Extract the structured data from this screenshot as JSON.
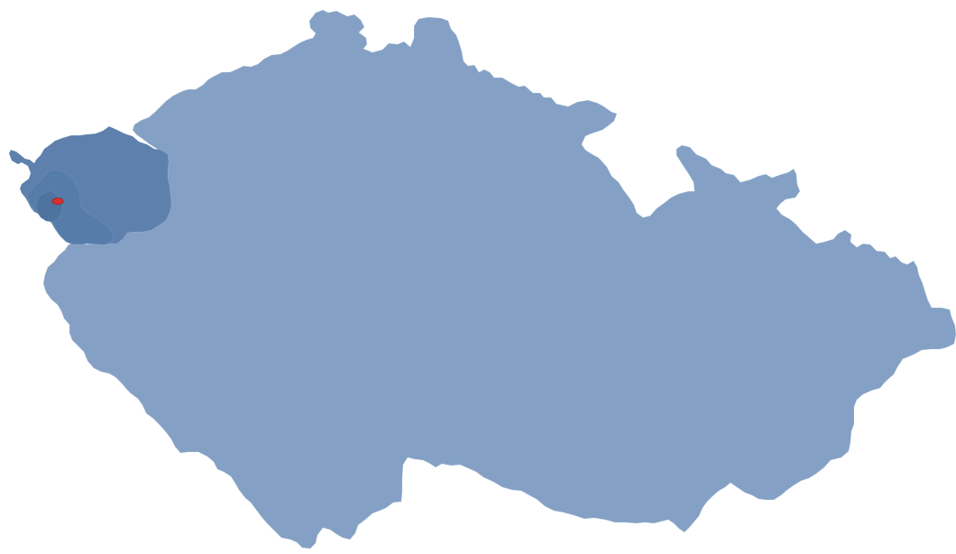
{
  "map": {
    "colors": {
      "background": "#ffffff",
      "country_fill": "#84a1c5",
      "region_fill": "#5d80ad",
      "district_fill": "#567ca9",
      "district_shadow": "#4f739f",
      "marker_fill": "#d73131"
    },
    "regions": [
      {
        "name_semantic": "country-outline",
        "highlight": "none"
      },
      {
        "name_semantic": "western-highlighted-region",
        "highlight": "medium"
      },
      {
        "name_semantic": "western-highlighted-district",
        "highlight": "strong"
      },
      {
        "name_semantic": "selected-location-marker",
        "highlight": "selected"
      }
    ]
  }
}
